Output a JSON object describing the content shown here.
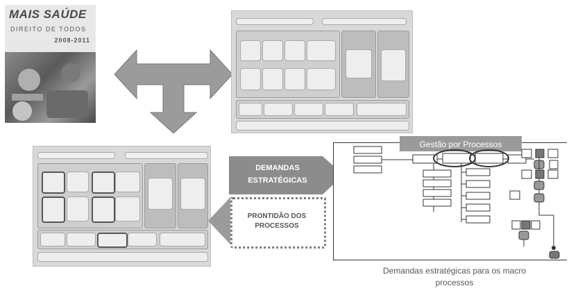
{
  "cover": {
    "title": "MAIS SAÚDE",
    "subtitle": "DIREITO DE TODOS",
    "years": "2008-2011"
  },
  "arrows": {
    "demandas_line1": "DEMANDAS",
    "demandas_line2": "ESTRATÉGICAS",
    "prontidao_line1": "PRONTIDÃO DOS",
    "prontidao_line2": "PROCESSOS"
  },
  "process_panel": {
    "title": "Gestão por Processos"
  },
  "caption": {
    "line1": "Demandas estratégicas para os macro",
    "line2": "processos"
  },
  "colors": {
    "arrow_gray": "#9b9b9b",
    "panel_border": "#333333",
    "label_bg": "#8c8c8c"
  }
}
